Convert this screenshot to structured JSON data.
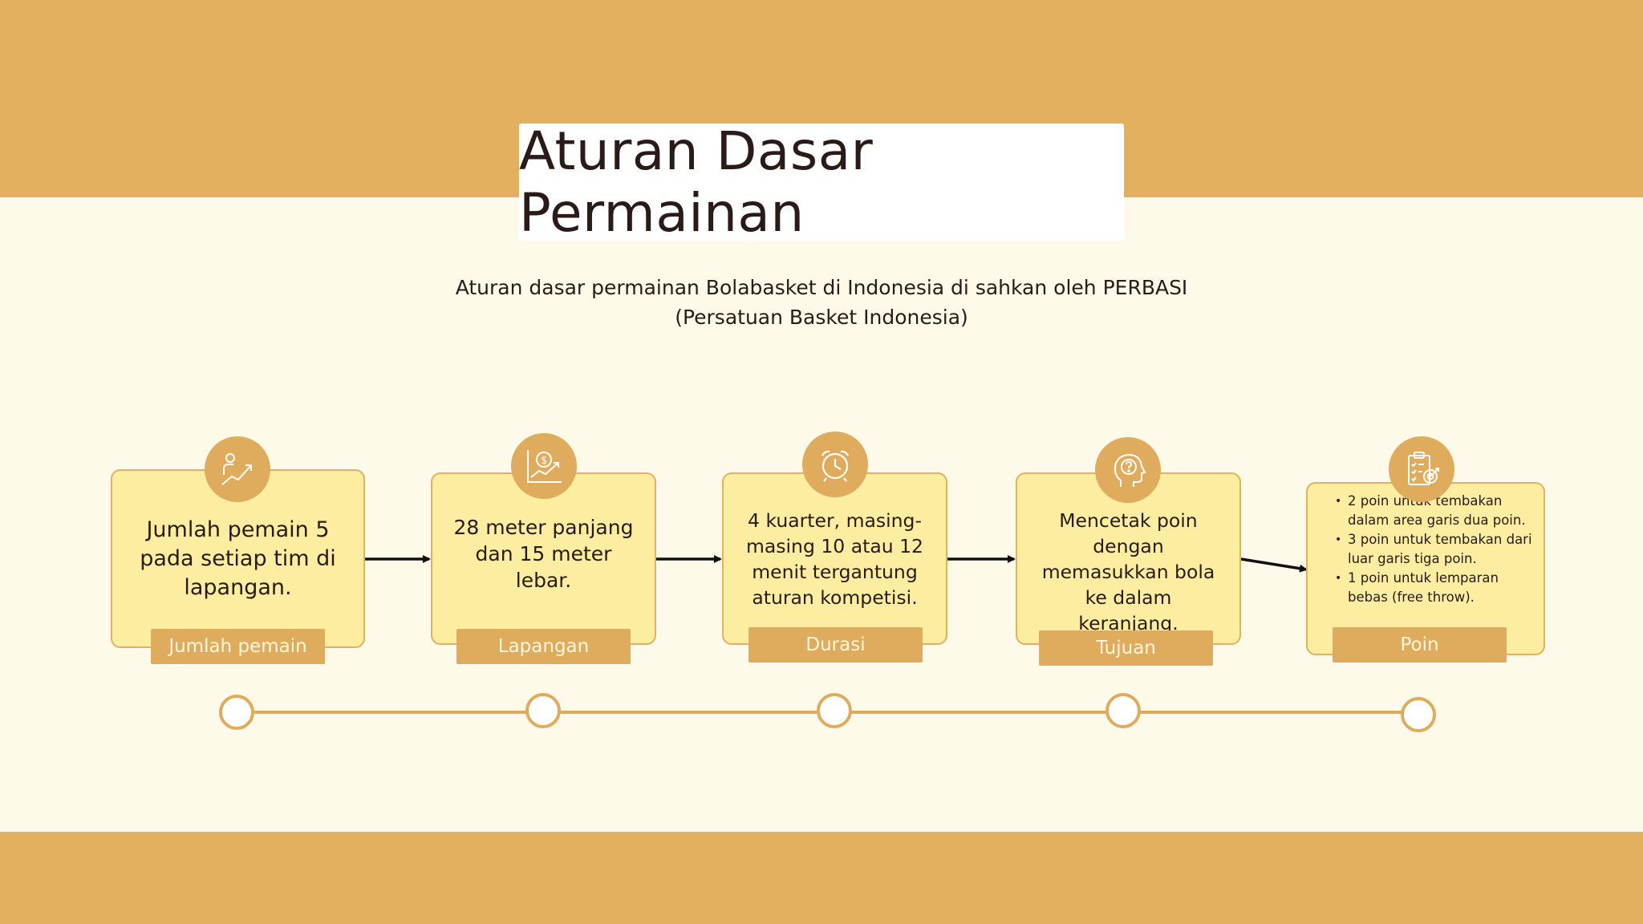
{
  "title": "Aturan Dasar Permainan",
  "subtitle": "Aturan dasar permainan Bolabasket di Indonesia di sahkan oleh PERBASI (Persatuan Basket Indonesia)",
  "colors": {
    "band": "#e2b05f",
    "background": "#fefae9",
    "card_fill": "#fdeda0",
    "label_fill": "#deac5c",
    "text": "#2a1a18"
  },
  "steps": [
    {
      "label": "Jumlah pemain",
      "text": "Jumlah pemain 5 pada setiap tim di lapangan.",
      "icon": "person-growth-icon"
    },
    {
      "label": "Lapangan",
      "text": "28 meter panjang dan 15 meter lebar.",
      "icon": "money-chart-icon"
    },
    {
      "label": "Durasi",
      "text": "4 kuarter, masing-masing 10 atau 12 menit tergantung aturan kompetisi.",
      "icon": "alarm-clock-icon"
    },
    {
      "label": "Tujuan",
      "text": "Mencetak poin dengan memasukkan bola ke dalam keranjang.",
      "icon": "head-question-icon"
    },
    {
      "label": "Poin",
      "icon": "clipboard-target-icon",
      "bullets": [
        "2 poin untuk tembakan dalam area garis dua poin.",
        "3 poin untuk tembakan dari luar garis tiga poin.",
        "1 poin untuk lemparan bebas (free throw)."
      ]
    }
  ]
}
